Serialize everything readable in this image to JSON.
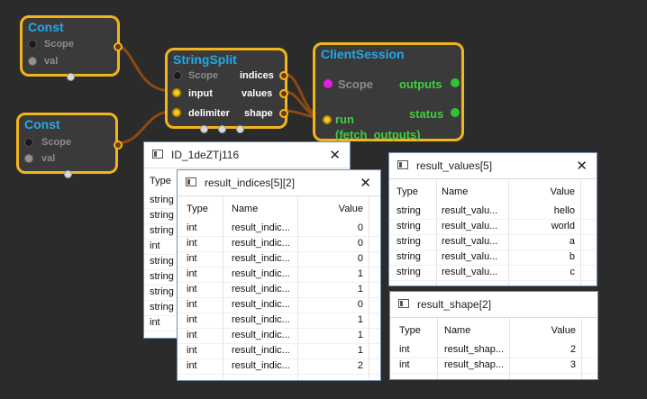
{
  "nodes": {
    "const1": {
      "title": "Const",
      "ports": [
        "Scope",
        "val"
      ]
    },
    "const2": {
      "title": "Const",
      "ports": [
        "Scope",
        "val"
      ]
    },
    "split": {
      "title": "StringSplit",
      "inputs": [
        "Scope",
        "input",
        "delimiter"
      ],
      "outputs": [
        "indices",
        "values",
        "shape"
      ]
    },
    "session": {
      "title": "ClientSession",
      "inputs": [
        "Scope",
        "run",
        "(fetch_outputs)"
      ],
      "outputs": [
        "outputs",
        "status"
      ]
    }
  },
  "colors": {
    "node_border": "#f2b51c",
    "title": "#23a9e8",
    "wire": "#8b4a12",
    "accent_green": "#3fcf3f"
  },
  "windows": {
    "main": {
      "title": "ID_1deZTj116",
      "header": [
        "Type"
      ],
      "rows": [
        "string",
        "string",
        "string",
        "int",
        "string",
        "string",
        "string",
        "string",
        "int"
      ]
    },
    "indices": {
      "title": "result_indices[5][2]",
      "header": [
        "Type",
        "Name",
        "Value"
      ],
      "rows": [
        [
          "int",
          "result_indic...",
          "0"
        ],
        [
          "int",
          "result_indic...",
          "0"
        ],
        [
          "int",
          "result_indic...",
          "0"
        ],
        [
          "int",
          "result_indic...",
          "1"
        ],
        [
          "int",
          "result_indic...",
          "1"
        ],
        [
          "int",
          "result_indic...",
          "0"
        ],
        [
          "int",
          "result_indic...",
          "1"
        ],
        [
          "int",
          "result_indic...",
          "1"
        ],
        [
          "int",
          "result_indic...",
          "1"
        ],
        [
          "int",
          "result_indic...",
          "2"
        ]
      ]
    },
    "values": {
      "title": "result_values[5]",
      "header": [
        "Type",
        "Name",
        "Value"
      ],
      "rows": [
        [
          "string",
          "result_valu...",
          "hello"
        ],
        [
          "string",
          "result_valu...",
          "world"
        ],
        [
          "string",
          "result_valu...",
          "a"
        ],
        [
          "string",
          "result_valu...",
          "b"
        ],
        [
          "string",
          "result_valu...",
          "c"
        ]
      ]
    },
    "shape": {
      "title": "result_shape[2]",
      "header": [
        "Type",
        "Name",
        "Value"
      ],
      "rows": [
        [
          "int",
          "result_shap...",
          "2"
        ],
        [
          "int",
          "result_shap...",
          "3"
        ]
      ]
    }
  },
  "close_glyph": "✕"
}
